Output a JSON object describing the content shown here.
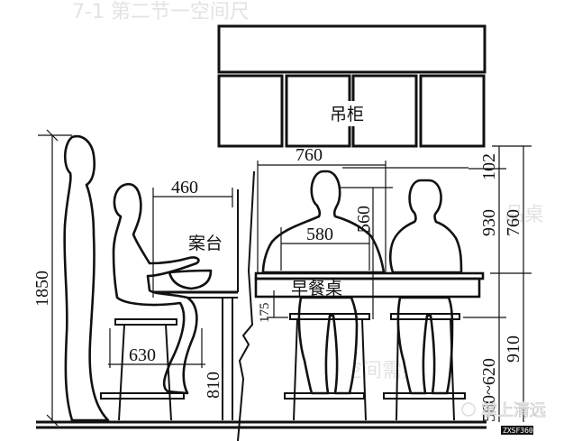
{
  "diagram": {
    "title_labels": {
      "wall_cabinet": "吊柜",
      "counter": "案台",
      "breakfast_table": "早餐桌"
    },
    "dimensions": {
      "standing_height": "1850",
      "counter_depth": "460",
      "stool_to_counter_span": "630",
      "counter_height": "810",
      "table_width_person": "760",
      "shoulder_width": "580",
      "seated_eye_to_table": "560",
      "cabinet_gap": "102",
      "table_to_cabinet_gap": "930",
      "cabinet_clearance_total": "760",
      "thigh_clearance": "175",
      "stool_height_range": "560~620",
      "table_height": "910"
    },
    "watermark": {
      "text": "掌上清远",
      "sub": "ZXSF360"
    },
    "ghost_text": [
      "7-1 第二节一空间尺",
      "品桌",
      "空间需要"
    ]
  }
}
